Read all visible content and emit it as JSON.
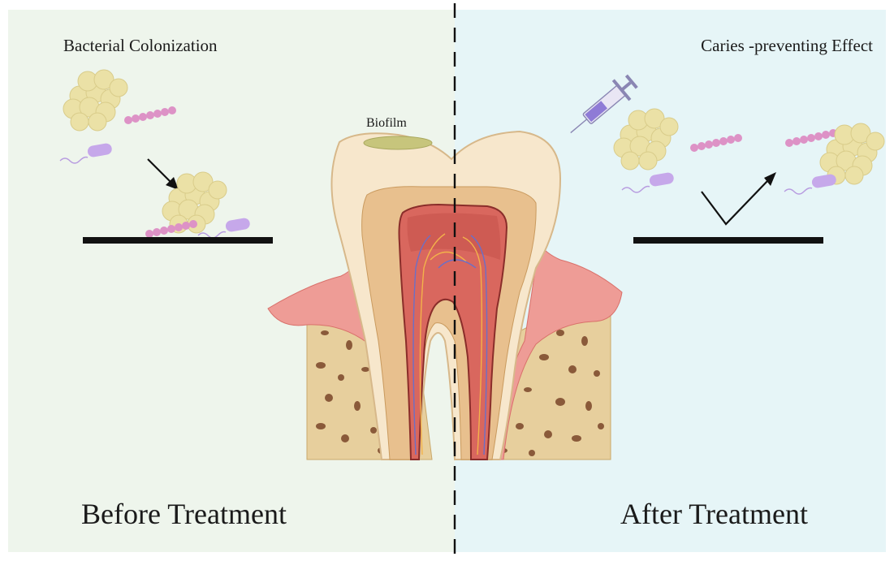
{
  "labels": {
    "before_title": "Bacterial Colonization",
    "after_title": "Caries -preventing Effect",
    "biofilm": "Biofilm",
    "before_caption": "Before Treatment",
    "after_caption": "After Treatment"
  },
  "colors": {
    "before_panel": "#eef5ec",
    "after_panel": "#e6f5f7",
    "bacteria_cluster": "#ebe1a6",
    "bacteria_chain": "#dd92c6",
    "bacteria_rod": "#c6a8ea",
    "gum": "#ee9c96",
    "bone": "#e7cf9d",
    "enamel": "#f7e7cc",
    "pulp": "#d9675e"
  },
  "icons": [
    "syringe-icon",
    "arrow-down-right-icon",
    "check-arrow-icon"
  ]
}
